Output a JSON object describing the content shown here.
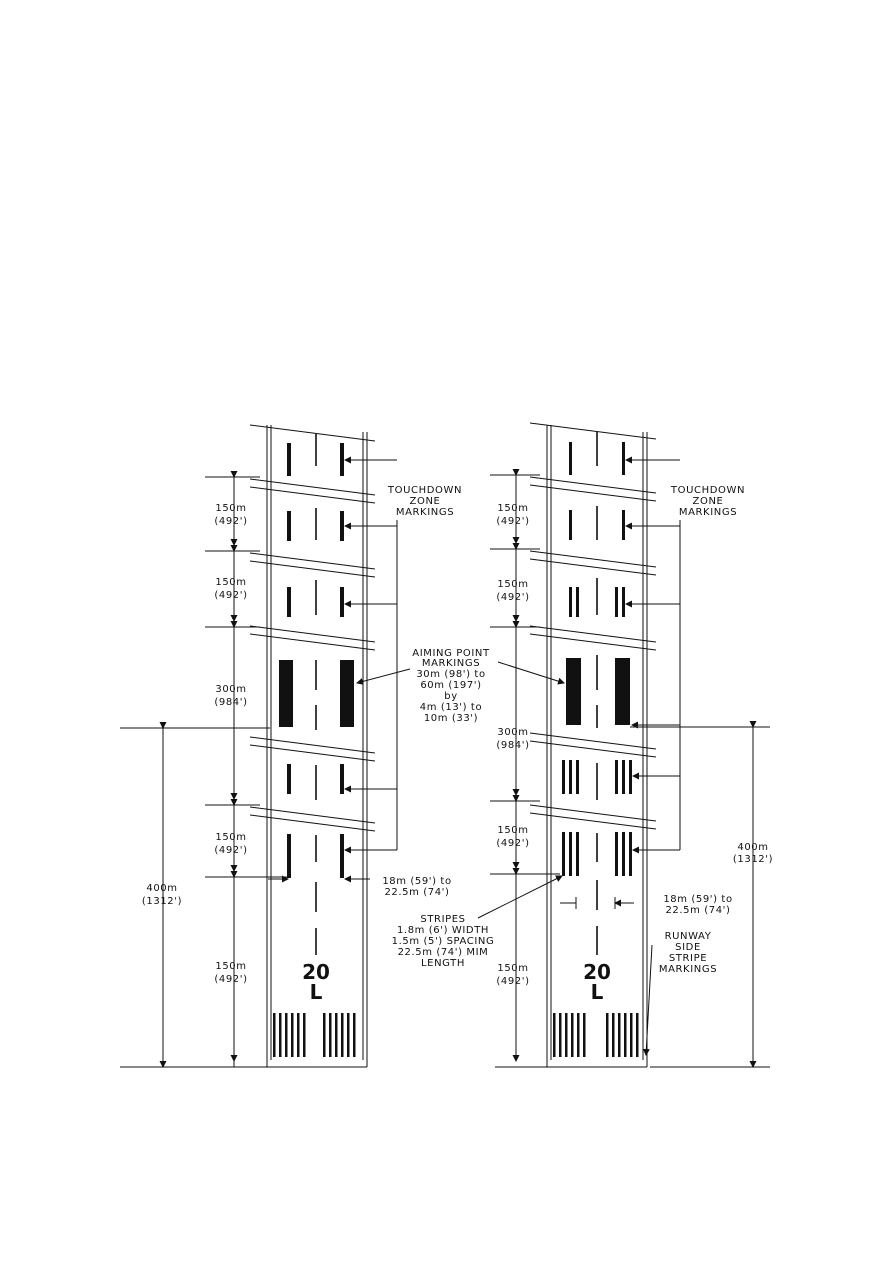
{
  "left": {
    "dims": [
      {
        "m": "150m",
        "ft": "(492')"
      },
      {
        "m": "150m",
        "ft": "(492')"
      },
      {
        "m": "300m",
        "ft": "(984')"
      },
      {
        "m": "150m",
        "ft": "(492')"
      },
      {
        "m": "150m",
        "ft": "(492')"
      }
    ],
    "overall": {
      "m": "400m",
      "ft": "(1312')"
    },
    "touchdown": [
      "TOUCHDOWN",
      "ZONE",
      "MARKINGS"
    ],
    "aiming": [
      "AIMING POINT",
      "MARKINGS",
      "30m (98') to",
      "60m (197')",
      "by",
      "4m (13') to",
      "10m (33')"
    ],
    "width": [
      "18m (59') to",
      "22.5m (74')"
    ],
    "stripes": [
      "STRIPES",
      "1.8m (6') WIDTH",
      "1.5m (5') SPACING",
      "22.5m (74') MIM",
      "LENGTH"
    ],
    "runway_number": "20",
    "runway_letter": "L"
  },
  "right": {
    "dims": [
      {
        "m": "150m",
        "ft": "(492')"
      },
      {
        "m": "150m",
        "ft": "(492')"
      },
      {
        "m": "300m",
        "ft": "(984')"
      },
      {
        "m": "150m",
        "ft": "(492')"
      },
      {
        "m": "150m",
        "ft": "(492')"
      }
    ],
    "overall": {
      "m": "400m",
      "ft": "(1312')"
    },
    "touchdown": [
      "TOUCHDOWN",
      "ZONE",
      "MARKINGS"
    ],
    "width": [
      "18m (59') to",
      "22.5m (74')"
    ],
    "side_stripe": [
      "RUNWAY",
      "SIDE",
      "STRIPE",
      "MARKINGS"
    ],
    "runway_number": "20",
    "runway_letter": "L"
  }
}
